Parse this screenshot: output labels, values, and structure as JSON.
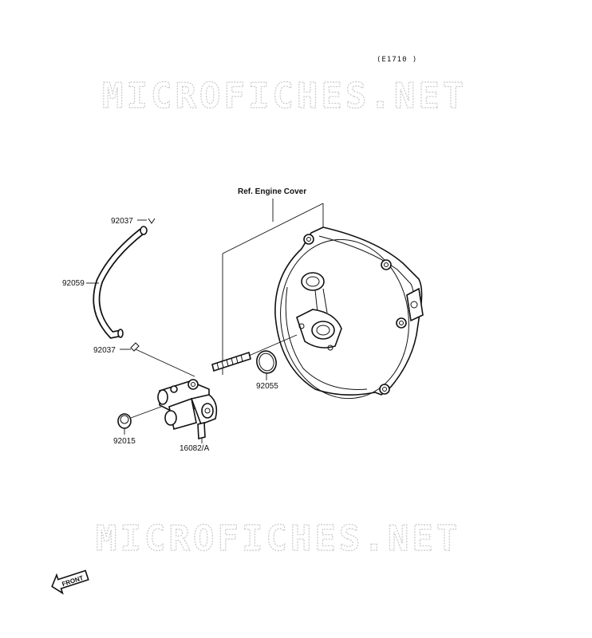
{
  "diagram": {
    "code": "(E1710 )",
    "watermark_top": "MICROFICHES.NET",
    "watermark_bottom": "MICROFICHES.NET",
    "ref_label": "Ref. Engine Cover",
    "front_label": "FRONT",
    "parts": {
      "p92037_top": "92037",
      "p92059": "92059",
      "p92037_bottom": "92037",
      "p92055": "92055",
      "p92015": "92015",
      "p16082": "16082/A"
    }
  }
}
